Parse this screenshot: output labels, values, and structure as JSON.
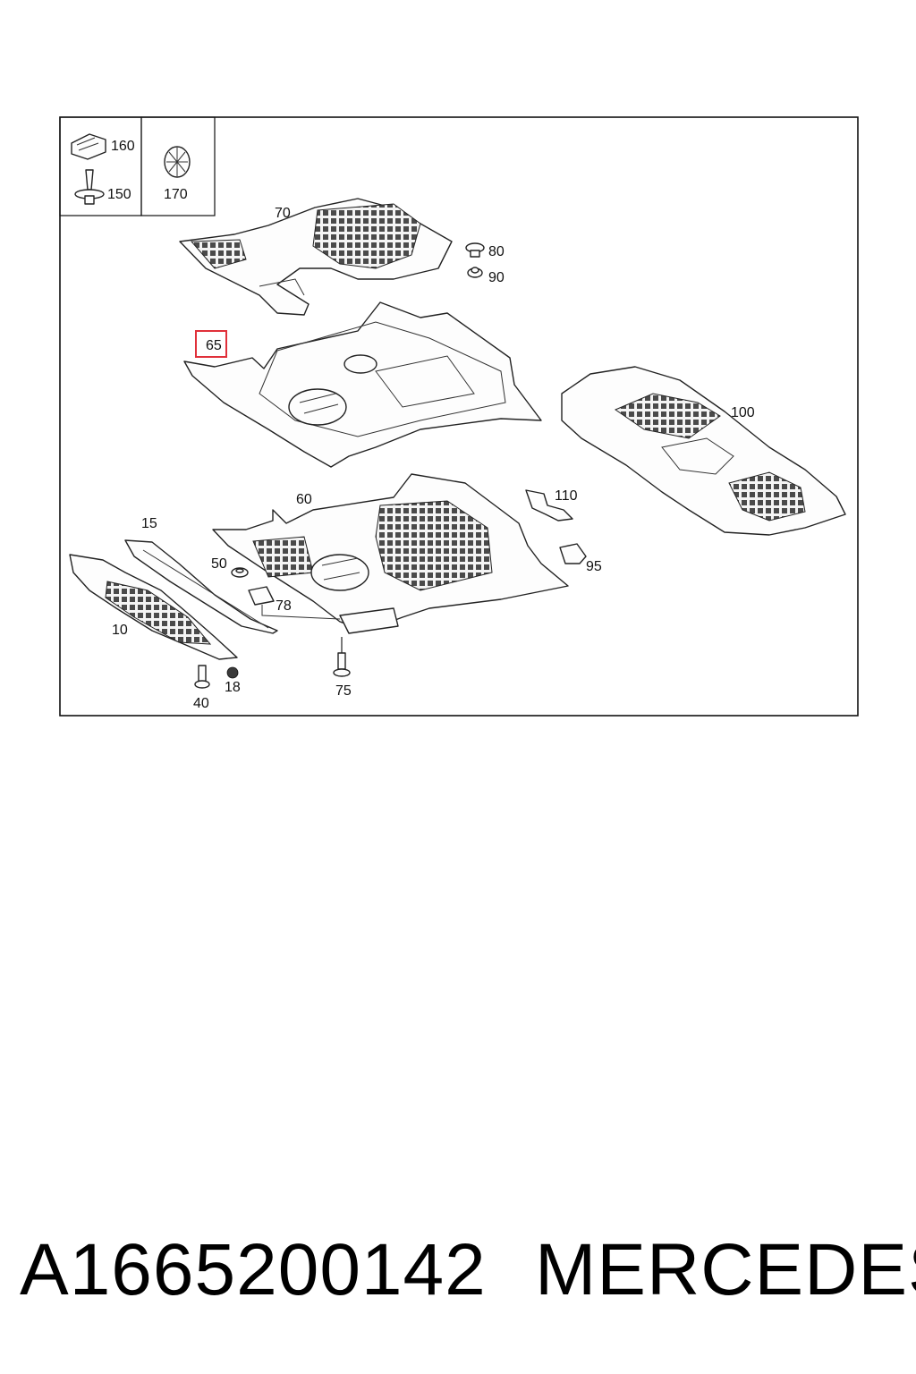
{
  "diagram": {
    "callouts": {
      "c160": "160",
      "c150": "150",
      "c170": "170",
      "c70": "70",
      "c80": "80",
      "c90": "90",
      "c65": "65",
      "c100": "100",
      "c60": "60",
      "c110": "110",
      "c15": "15",
      "c50": "50",
      "c95": "95",
      "c78": "78",
      "c10": "10",
      "c40": "40",
      "c18": "18",
      "c75": "75"
    },
    "highlight_color": "#e0303a"
  },
  "footer": {
    "part_number": "A1665200142",
    "brand": "MERCEDES"
  }
}
